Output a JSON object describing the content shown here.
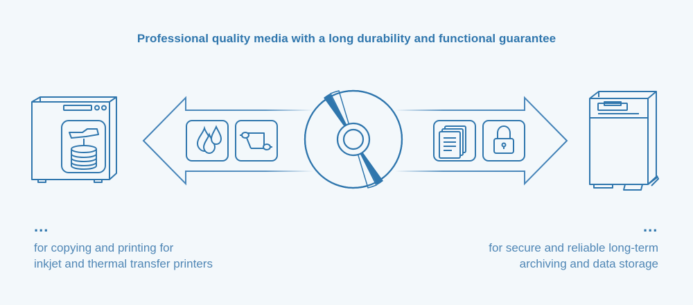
{
  "headline": "Professional quality media with a long durability and functional guarantee",
  "left": {
    "ellipsis": "...",
    "caption_line1": "for copying and printing for",
    "caption_line2": "inkjet and thermal transfer printers",
    "icons": [
      "ink-drops-icon",
      "ribbon-roll-icon"
    ]
  },
  "right": {
    "ellipsis": "...",
    "caption_line1": "for secure and reliable long-term",
    "caption_line2": "archiving and data storage",
    "icons": [
      "documents-icon",
      "padlock-icon"
    ]
  },
  "colors": {
    "primary": "#2f76ad",
    "line": "#3f80b6",
    "text": "#4f86b5",
    "background": "#f3f8fb"
  }
}
